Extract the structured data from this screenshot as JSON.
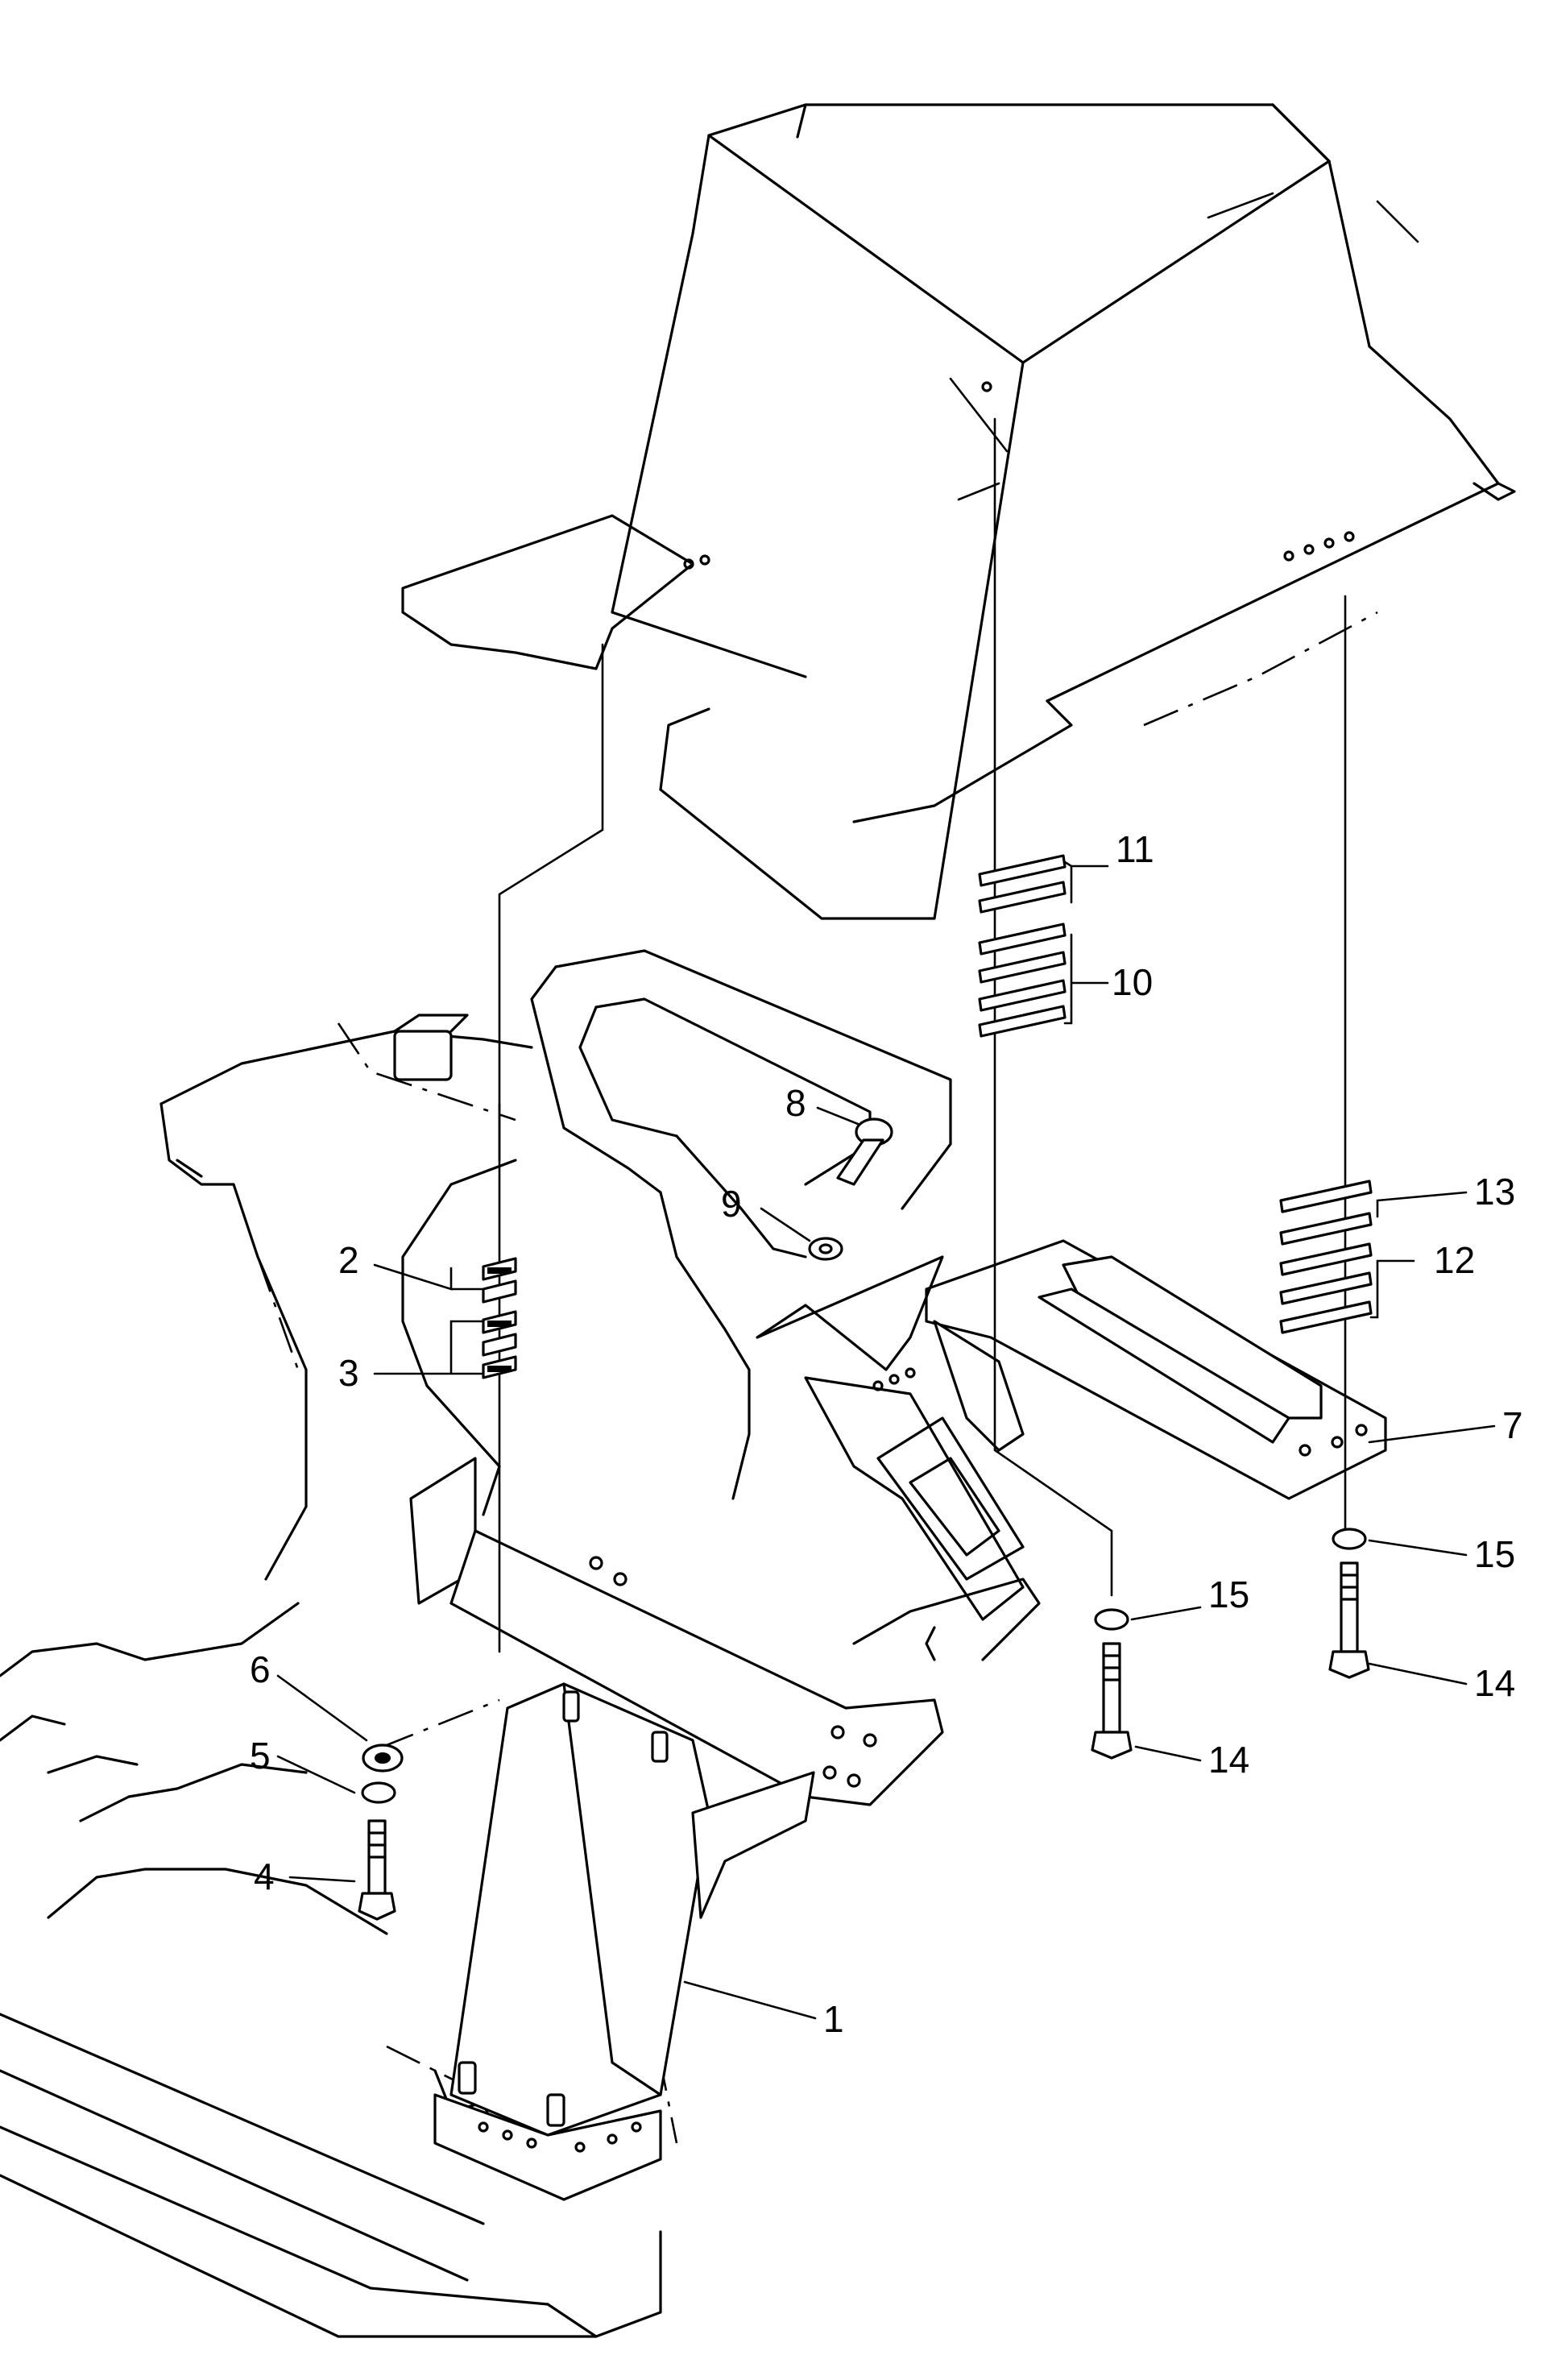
{
  "callouts": [
    {
      "n": "1"
    },
    {
      "n": "2"
    },
    {
      "n": "3"
    },
    {
      "n": "4"
    },
    {
      "n": "5"
    },
    {
      "n": "6"
    },
    {
      "n": "7"
    },
    {
      "n": "8"
    },
    {
      "n": "9"
    },
    {
      "n": "10"
    },
    {
      "n": "11"
    },
    {
      "n": "12"
    },
    {
      "n": "13"
    },
    {
      "n": "14"
    },
    {
      "n": "14"
    },
    {
      "n": "15"
    },
    {
      "n": "15"
    }
  ]
}
